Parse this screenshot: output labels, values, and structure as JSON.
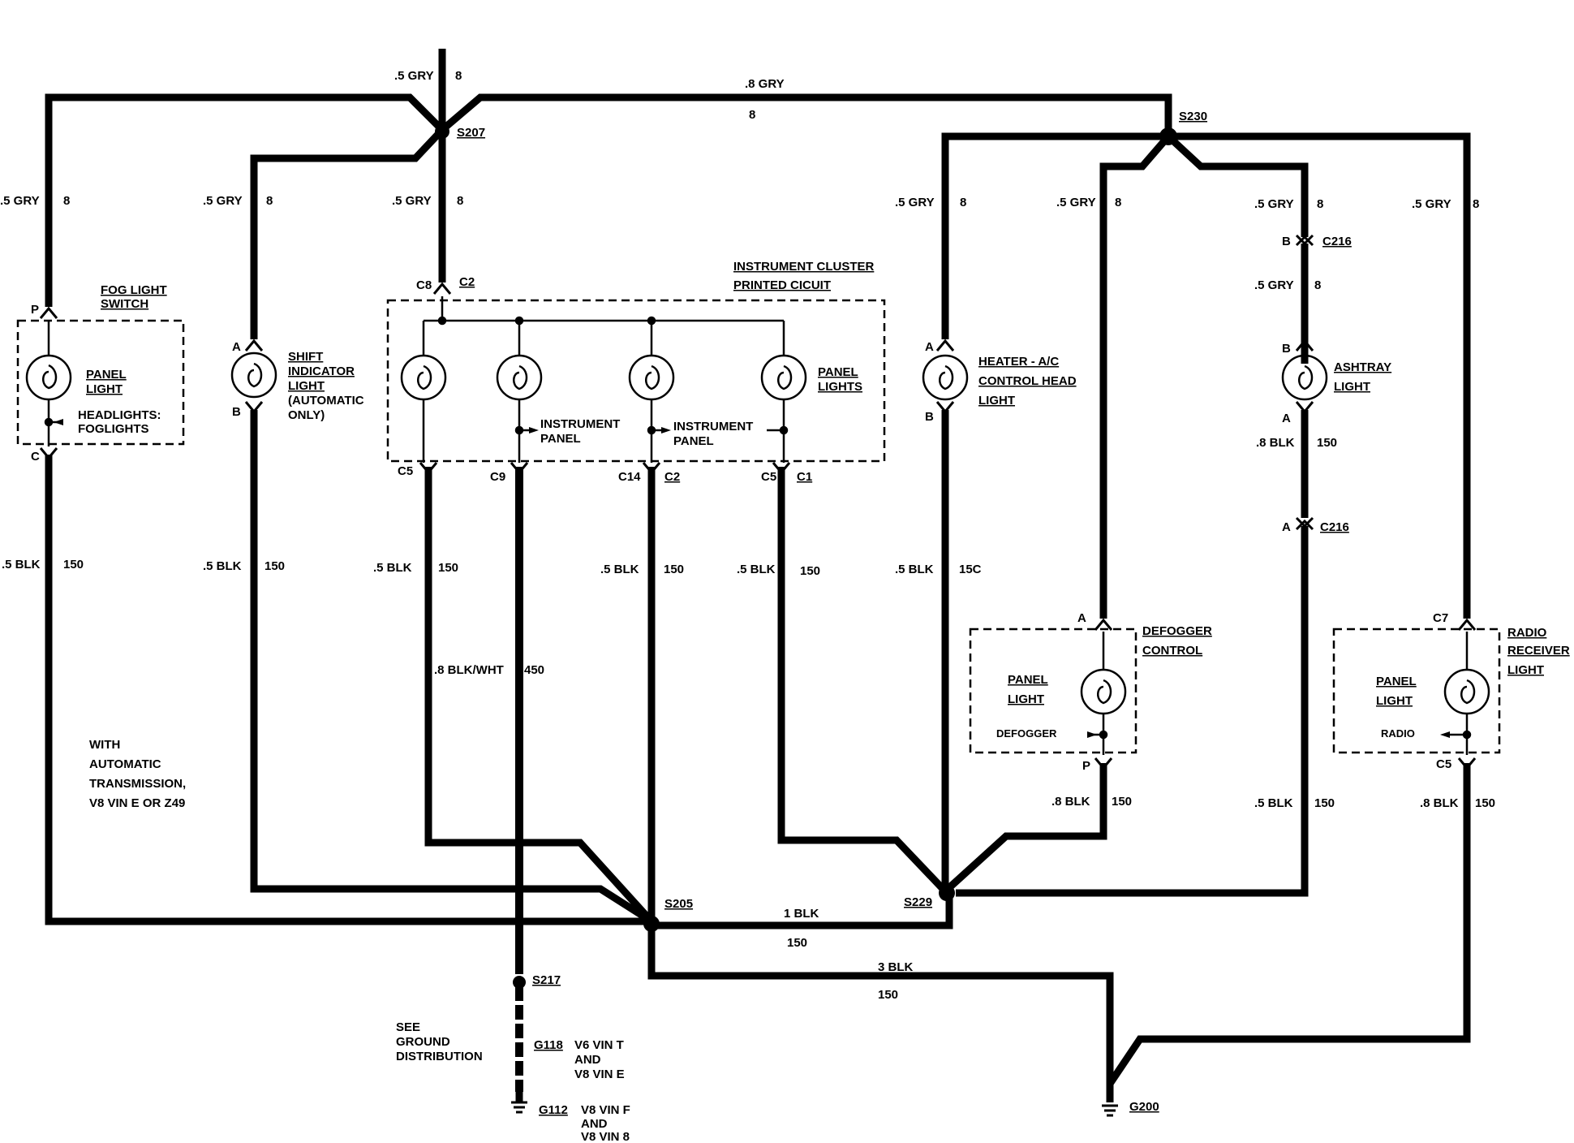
{
  "circuits": {
    "gry_5_8": ".5 GRY",
    "circuit_8": "8",
    "gry_8": ".8 GRY",
    "blk_5": ".5 BLK",
    "blk_8": ".8 BLK",
    "blk_1": "1 BLK",
    "blk_3": "3 BLK",
    "circuit_150": "150",
    "circuit_150_cut": "15C",
    "blkwht_8": ".8 BLK/WHT",
    "circuit_450": "450"
  },
  "splices": {
    "s207": "S207",
    "s230": "S230",
    "s205": "S205",
    "s229": "S229",
    "s217": "S217"
  },
  "connectors": {
    "p": "P",
    "c": "C",
    "a": "A",
    "b": "B",
    "c8": "C8",
    "c2": "C2",
    "c5": "C5",
    "c9": "C9",
    "c14": "C14",
    "c1": "C1",
    "c216": "C216",
    "c7": "C7"
  },
  "components": {
    "fog_switch_line1": "FOG LIGHT",
    "fog_switch_line2": "SWITCH",
    "panel": "PANEL",
    "light": "LIGHT",
    "headlights": "HEADLIGHTS:",
    "foglights": "FOGLIGHTS",
    "shift_line1": "SHIFT",
    "shift_line2": "INDICATOR",
    "shift_line3": "LIGHT",
    "shift_line4": "(AUTOMATIC",
    "shift_line5": "ONLY)",
    "cluster_line1": "INSTRUMENT CLUSTER",
    "cluster_line2": "PRINTED CICUIT",
    "instrument": "INSTRUMENT",
    "panel_cap": "PANEL",
    "panel_lights_line1": "PANEL",
    "panel_lights_line2": "LIGHTS",
    "heater_line1": "HEATER - A/C",
    "heater_line2": "CONTROL HEAD",
    "heater_line3": "LIGHT",
    "ashtray_line1": "ASHTRAY",
    "ashtray_line2": "LIGHT",
    "defogger_line1": "DEFOGGER",
    "defogger_line2": "CONTROL",
    "defogger_switch": "DEFOGGER",
    "radio_line1": "RADIO",
    "radio_line2": "RECEIVER",
    "radio_line3": "LIGHT",
    "radio_switch": "RADIO"
  },
  "notes": {
    "auto_line1": "WITH",
    "auto_line2": "AUTOMATIC",
    "auto_line3": "TRANSMISSION,",
    "auto_line4": "V8 VIN E OR Z49",
    "see_line1": "SEE",
    "see_line2": "GROUND",
    "see_line3": "DISTRIBUTION"
  },
  "grounds": {
    "g118": "G118",
    "g118_line1": "V6 VIN T",
    "g118_line2": "AND",
    "g118_line3": "V8 VIN E",
    "g112": "G112",
    "g112_line1": "V8 VIN F",
    "g112_line2": "AND",
    "g112_line3": "V8 VIN 8",
    "g200": "G200"
  }
}
